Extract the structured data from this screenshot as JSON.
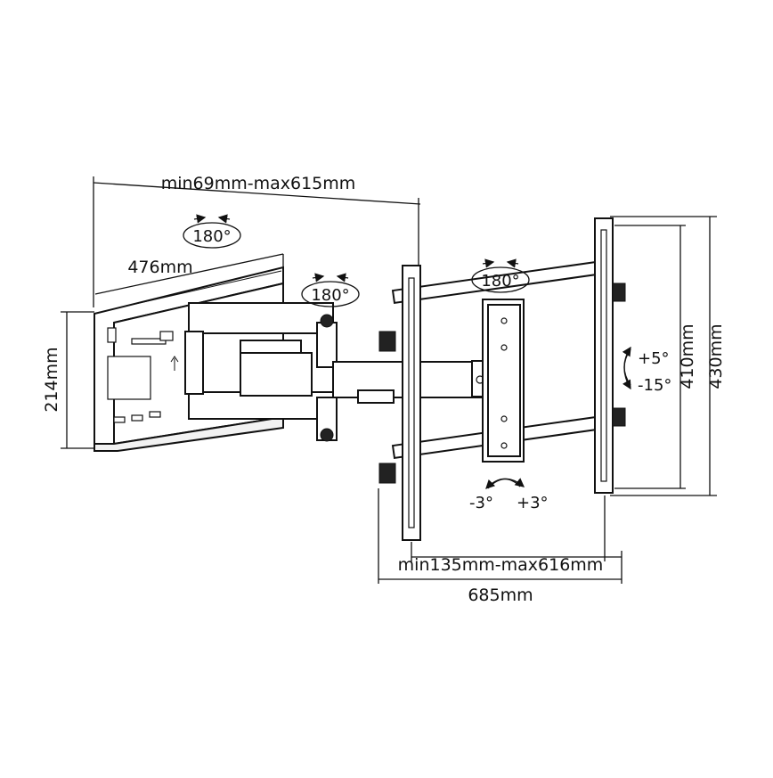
{
  "diagram": {
    "dimensions": {
      "top_extension": "min69mm-max615mm",
      "arm_length": "476mm",
      "wall_plate_height": "214mm",
      "bottom_width_range": "min135mm-max616mm",
      "overall_width": "685mm",
      "vesa_height_inner": "410mm",
      "vesa_height_outer": "430mm"
    },
    "rotations": {
      "swivel_wall": "180°",
      "swivel_arm": "180°",
      "swivel_head": "180°"
    },
    "tilt": {
      "up": "+5°",
      "down": "-15°"
    },
    "level": {
      "left": "-3°",
      "right": "+3°"
    }
  }
}
